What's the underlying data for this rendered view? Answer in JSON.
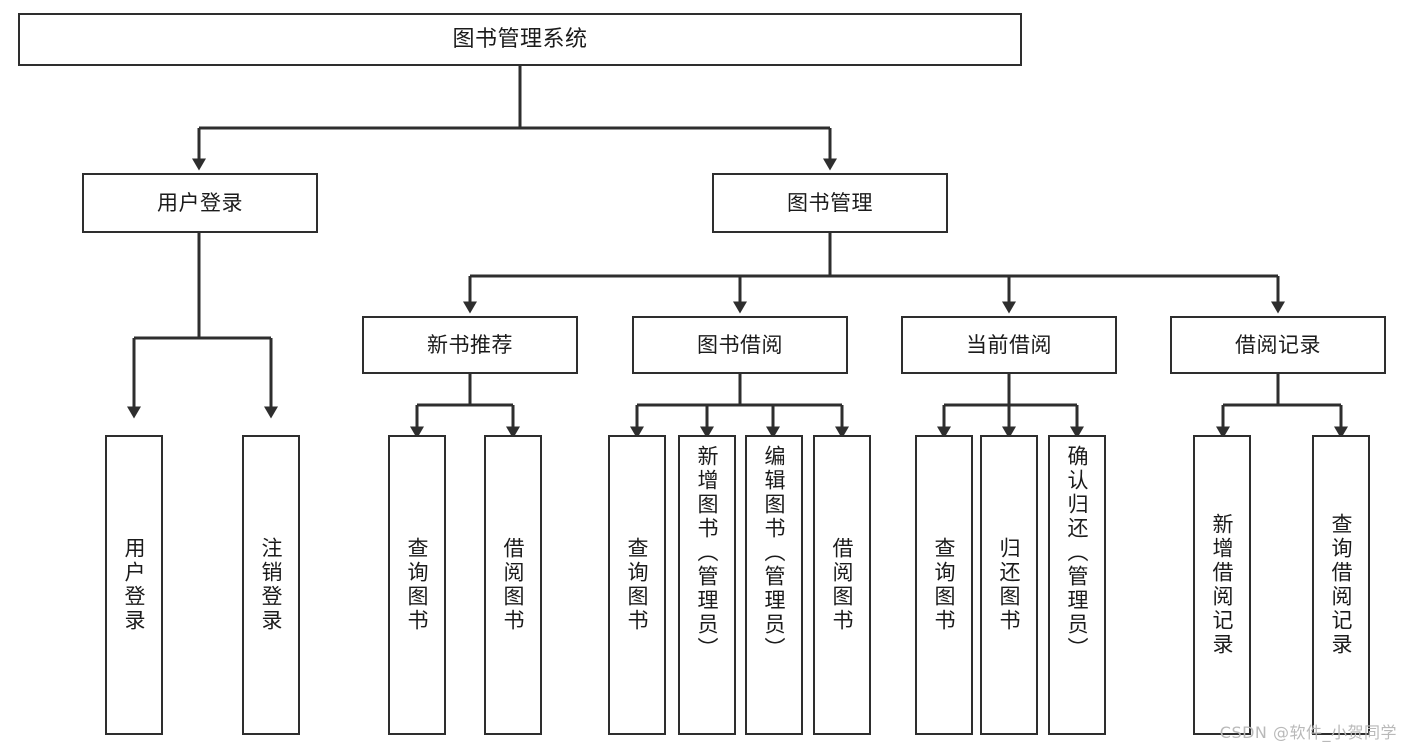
{
  "diagram": {
    "type": "tree-hierarchy",
    "title": "图书管理系统",
    "root": {
      "label": "图书管理系统"
    },
    "level2": [
      {
        "label": "用户登录"
      },
      {
        "label": "图书管理"
      }
    ],
    "level3": [
      {
        "label": "新书推荐"
      },
      {
        "label": "图书借阅"
      },
      {
        "label": "当前借阅"
      },
      {
        "label": "借阅记录"
      }
    ],
    "leaves": {
      "user_login": [
        {
          "label": "用户登录"
        },
        {
          "label": "注销登录"
        }
      ],
      "new_book_recommend": [
        {
          "label": "查询图书"
        },
        {
          "label": "借阅图书"
        }
      ],
      "book_borrow": [
        {
          "label": "查询图书"
        },
        {
          "label": "新增图书（管理员）"
        },
        {
          "label": "编辑图书（管理员）"
        },
        {
          "label": "借阅图书"
        }
      ],
      "current_borrow": [
        {
          "label": "查询图书"
        },
        {
          "label": "归还图书"
        },
        {
          "label": "确认归还（管理员）"
        }
      ],
      "borrow_records": [
        {
          "label": "新增借阅记录"
        },
        {
          "label": "查询借阅记录"
        }
      ]
    }
  },
  "watermark": {
    "text": "CSDN @软件_小贺同学"
  },
  "colors": {
    "stroke": "#2e2e2e",
    "fill": "#ffffff",
    "text": "#1b1b1b",
    "watermark": "#b9b9b9"
  }
}
